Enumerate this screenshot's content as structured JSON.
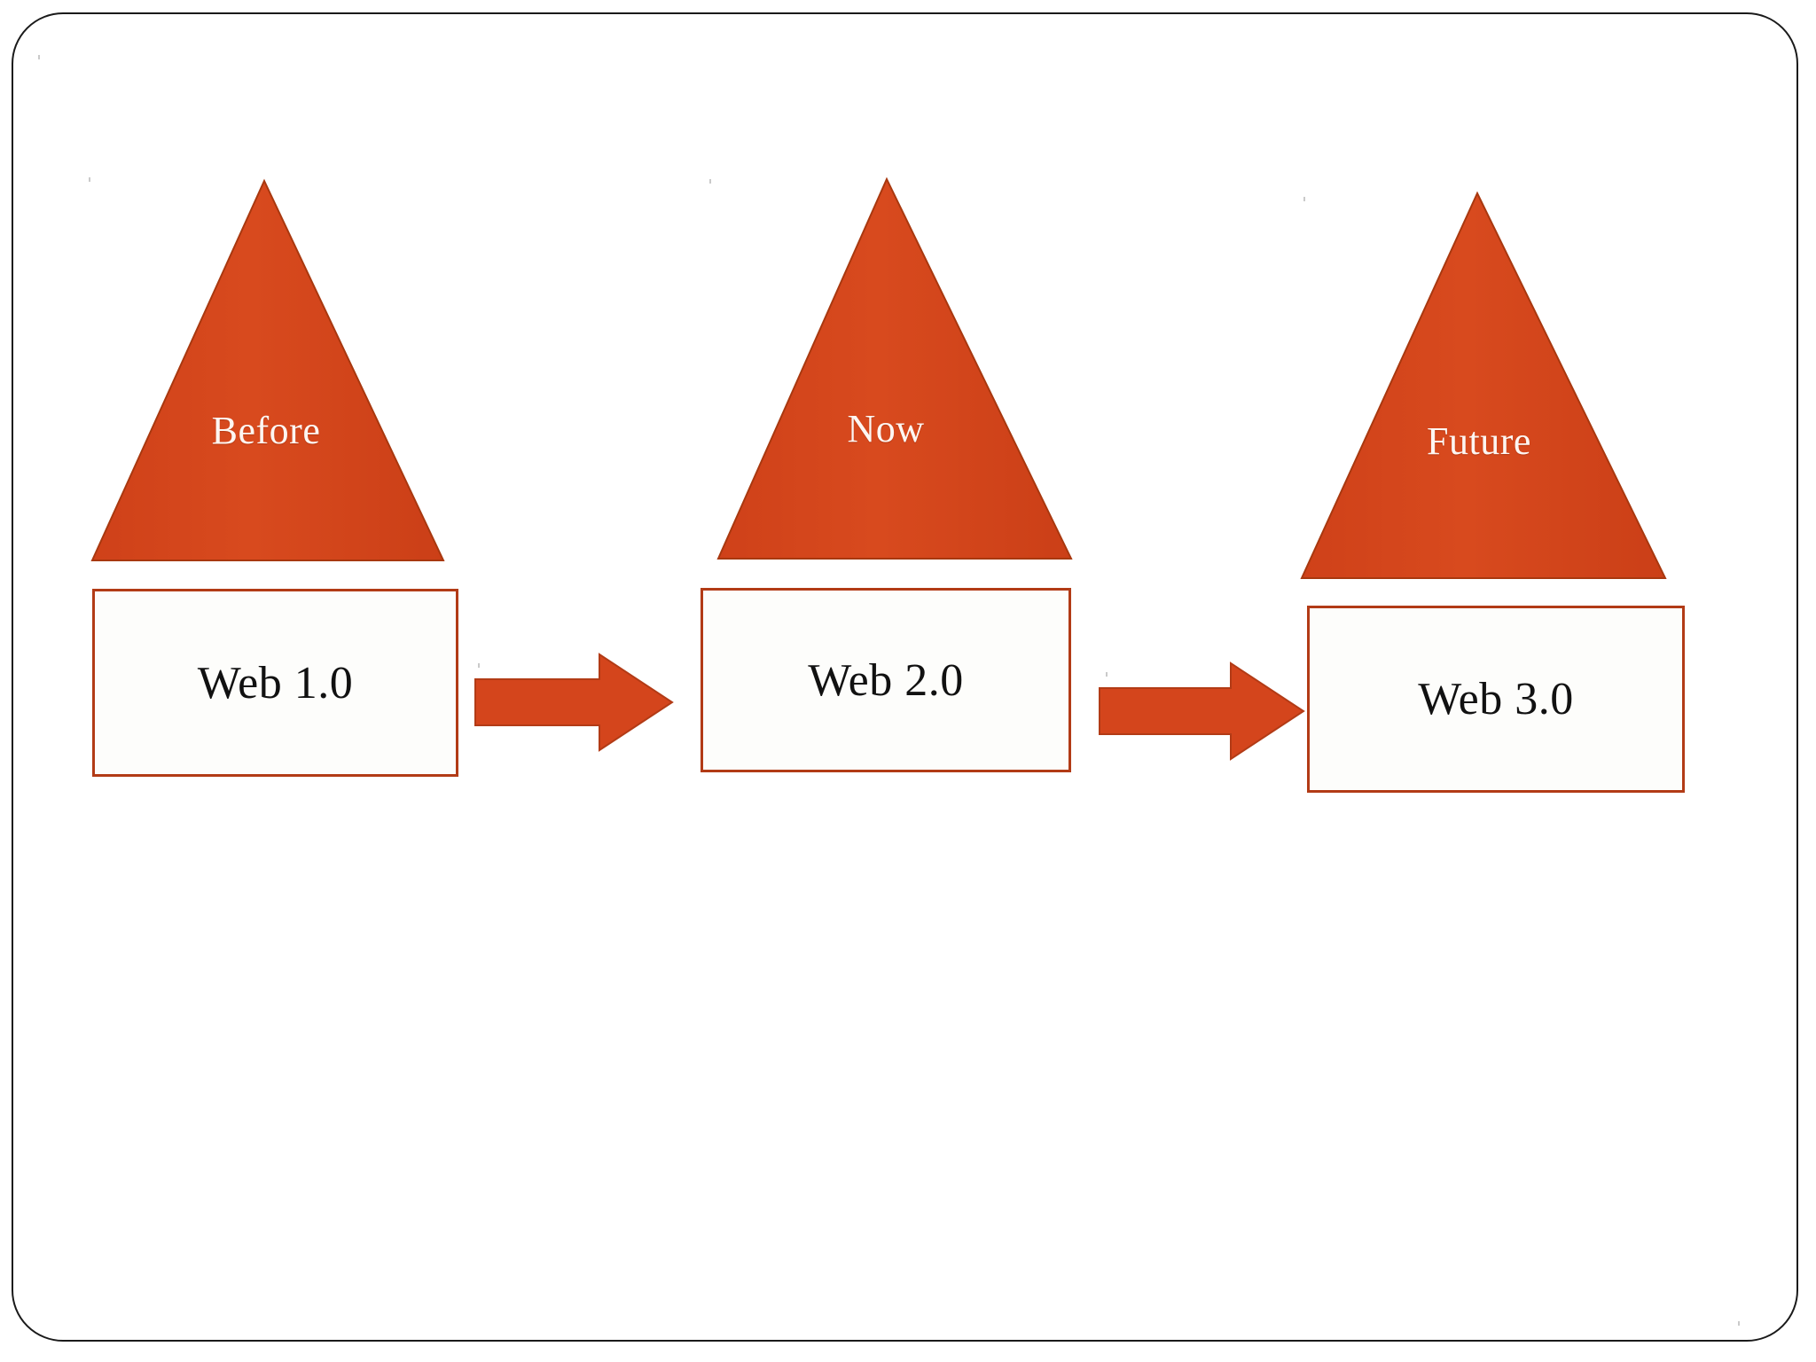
{
  "slide": {
    "background_color": "#ffffff",
    "frame_border_color": "#1a1a1a"
  },
  "theme": {
    "accent_orange": "#d4451c",
    "accent_orange_dark": "#b23b16",
    "box_fill": "#fdfdfb",
    "box_border": "#b23b16",
    "triangle_label_color": "#fdf6f2",
    "box_label_color": "#111111"
  },
  "diagram": {
    "type": "process-flow",
    "title": "",
    "stages": [
      {
        "id": "stage-1",
        "triangle_label": "Before",
        "box_label": "Web 1.0"
      },
      {
        "id": "stage-2",
        "triangle_label": "Now",
        "box_label": "Web 2.0"
      },
      {
        "id": "stage-3",
        "triangle_label": "Future",
        "box_label": "Web 3.0"
      }
    ],
    "connectors": [
      {
        "id": "arrow-1",
        "from": "Web 1.0",
        "to": "Web 2.0",
        "direction": "right"
      },
      {
        "id": "arrow-2",
        "from": "Web 2.0",
        "to": "Web 3.0",
        "direction": "right"
      }
    ]
  }
}
